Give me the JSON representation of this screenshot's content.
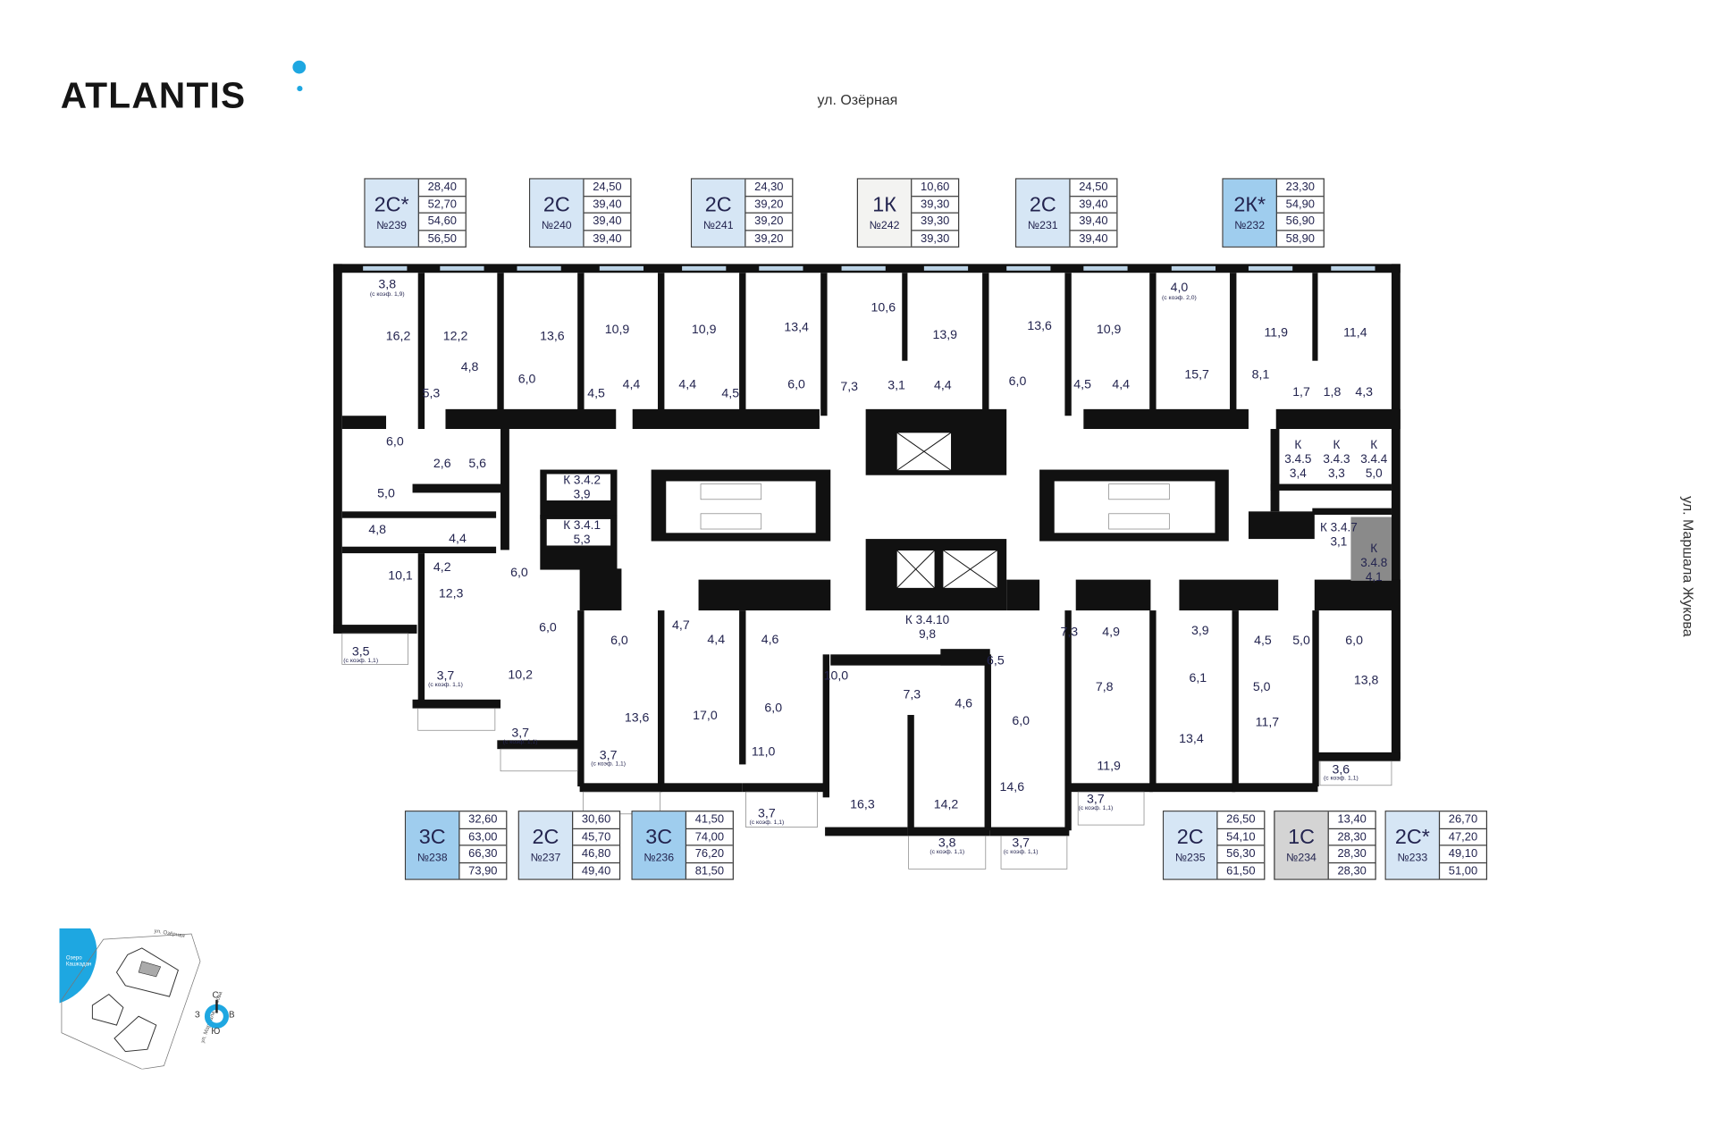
{
  "brand": {
    "name": "ATLANTIS",
    "accent": "#1ea7e1"
  },
  "streets": {
    "top": "ул. Озёрная",
    "right": "ул. Маршала Жукова"
  },
  "colors": {
    "light_blue": "#d6e6f5",
    "blue": "#9fcdee",
    "gray": "#d4d4d4",
    "off_white": "#f3f3f1",
    "text": "#23244f"
  },
  "apartments_top": [
    {
      "type": "2С*",
      "number": "№239",
      "areas": [
        "28,40",
        "52,70",
        "54,60",
        "56,50"
      ]
    },
    {
      "type": "2С",
      "number": "№240",
      "areas": [
        "24,50",
        "39,40",
        "39,40",
        "39,40"
      ]
    },
    {
      "type": "2С",
      "number": "№241",
      "areas": [
        "24,30",
        "39,20",
        "39,20",
        "39,20"
      ]
    },
    {
      "type": "1К",
      "number": "№242",
      "areas": [
        "10,60",
        "39,30",
        "39,30",
        "39,30"
      ]
    },
    {
      "type": "2С",
      "number": "№231",
      "areas": [
        "24,50",
        "39,40",
        "39,40",
        "39,40"
      ]
    },
    {
      "type": "2К*",
      "number": "№232",
      "areas": [
        "23,30",
        "54,90",
        "56,90",
        "58,90"
      ]
    }
  ],
  "apartments_bottom": [
    {
      "type": "3С",
      "number": "№238",
      "areas": [
        "32,60",
        "63,00",
        "66,30",
        "73,90"
      ]
    },
    {
      "type": "2С",
      "number": "№237",
      "areas": [
        "30,60",
        "45,70",
        "46,80",
        "49,40"
      ]
    },
    {
      "type": "3С",
      "number": "№236",
      "areas": [
        "41,50",
        "74,00",
        "76,20",
        "81,50"
      ]
    },
    {
      "type": "2С",
      "number": "№235",
      "areas": [
        "26,50",
        "54,10",
        "56,30",
        "61,50"
      ]
    },
    {
      "type": "1С",
      "number": "№234",
      "areas": [
        "13,40",
        "28,30",
        "28,30",
        "28,30"
      ]
    },
    {
      "type": "2С*",
      "number": "№233",
      "areas": [
        "26,70",
        "47,20",
        "49,10",
        "51,00"
      ]
    }
  ],
  "plan": {
    "rooms": [
      "3,8",
      "16,2",
      "12,2",
      "4,8",
      "5,3",
      "13,6",
      "6,0",
      "4,5",
      "10,9",
      "4,4",
      "10,9",
      "4,4",
      "4,5",
      "13,4",
      "6,0",
      "7,3",
      "10,6",
      "13,9",
      "3,1",
      "4,4",
      "13,6",
      "6,0",
      "4,5",
      "10,9",
      "4,4",
      "4,0",
      "15,7",
      "11,9",
      "11,4",
      "8,1",
      "1,7",
      "1,8",
      "4,3",
      "6,0",
      "2,6",
      "5,6",
      "5,0",
      "4,8",
      "4,4",
      "4,2",
      "10,1",
      "6,0",
      "12,3",
      "6,0",
      "3,5",
      "3,7",
      "10,2",
      "3,7",
      "6,0",
      "13,6",
      "3,7",
      "4,7",
      "4,4",
      "4,6",
      "17,0",
      "6,0",
      "11,0",
      "10,0",
      "3,7",
      "16,3",
      "7,3",
      "4,6",
      "14,2",
      "3,8",
      "6,5",
      "6,0",
      "14,6",
      "3,7",
      "7,3",
      "4,9",
      "3,9",
      "4,5",
      "5,0",
      "6,0",
      "6,1",
      "7,8",
      "5,0",
      "13,8",
      "13,4",
      "11,7",
      "11,9",
      "3,7",
      "3,6"
    ],
    "notes": {
      "k19": "(с коэф. 1,9)",
      "k20": "(с коэф. 2,0)",
      "k11": "(с коэф. 1,1)"
    },
    "storage": [
      {
        "label": "К 3.4.2",
        "area": "3,9"
      },
      {
        "label": "К 3.4.1",
        "area": "5,3"
      },
      {
        "label": "К 3.4.10",
        "area": "9,8"
      },
      {
        "label": "К",
        "code": "3.4.5",
        "area": "3,4"
      },
      {
        "label": "К",
        "code": "3.4.3",
        "area": "3,3"
      },
      {
        "label": "К",
        "code": "3.4.4",
        "area": "5,0"
      },
      {
        "label": "К 3.4.7",
        "area": "3,1"
      },
      {
        "label": "К",
        "code": "3.4.8",
        "area": "4,1"
      }
    ]
  },
  "minimap": {
    "lake": "Озеро Кашкадан",
    "street_top": "ул. Озёрная",
    "street_right": "ул. Маршала Жукова",
    "compass": {
      "n": "С",
      "e": "В",
      "s": "Ю",
      "w": "З"
    }
  }
}
